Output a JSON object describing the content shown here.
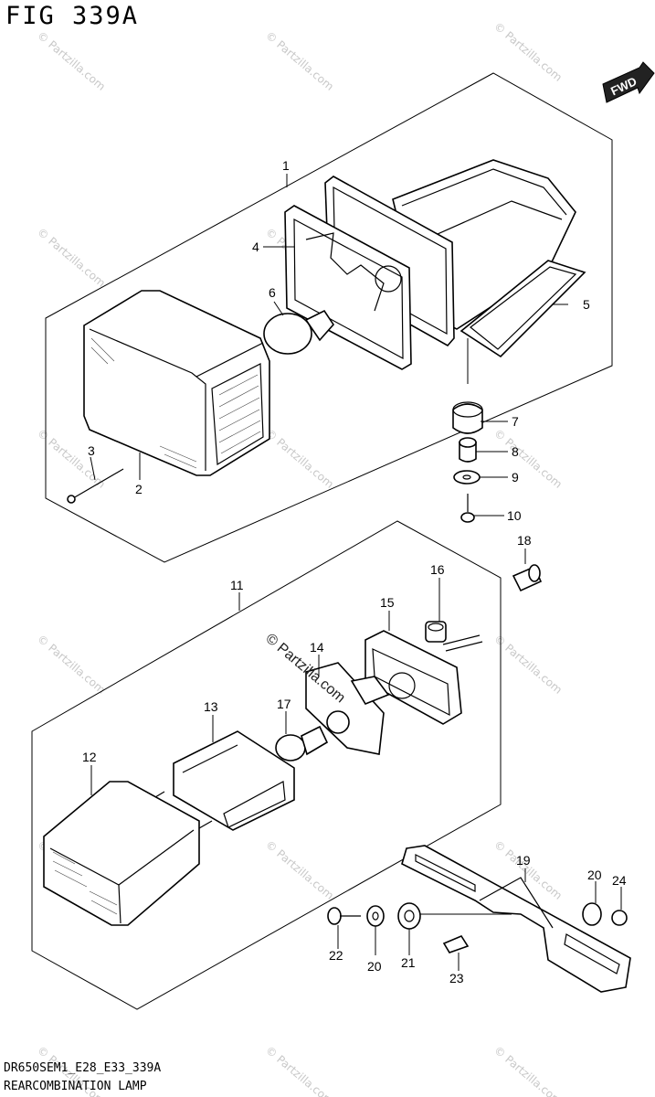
{
  "figure": {
    "title": "FIG 339A",
    "code": "DR650SEM1_E28_E33_339A",
    "name": "REARCOMBINATION LAMP",
    "fwd_label": "FWD",
    "copyright": "© Partzilla.com"
  },
  "watermark": "© Partzilla.com",
  "parts": [
    {
      "id": "1",
      "label": "1"
    },
    {
      "id": "2",
      "label": "2"
    },
    {
      "id": "3",
      "label": "3"
    },
    {
      "id": "4",
      "label": "4"
    },
    {
      "id": "5",
      "label": "5"
    },
    {
      "id": "6",
      "label": "6"
    },
    {
      "id": "7",
      "label": "7"
    },
    {
      "id": "8",
      "label": "8"
    },
    {
      "id": "9",
      "label": "9"
    },
    {
      "id": "10",
      "label": "10"
    },
    {
      "id": "11",
      "label": "11"
    },
    {
      "id": "12",
      "label": "12"
    },
    {
      "id": "13",
      "label": "13"
    },
    {
      "id": "14",
      "label": "14"
    },
    {
      "id": "15",
      "label": "15"
    },
    {
      "id": "16",
      "label": "16"
    },
    {
      "id": "17",
      "label": "17"
    },
    {
      "id": "18",
      "label": "18"
    },
    {
      "id": "19",
      "label": "19"
    },
    {
      "id": "20a",
      "label": "20"
    },
    {
      "id": "20b",
      "label": "20"
    },
    {
      "id": "21",
      "label": "21"
    },
    {
      "id": "22",
      "label": "22"
    },
    {
      "id": "23",
      "label": "23"
    },
    {
      "id": "24",
      "label": "24"
    }
  ]
}
